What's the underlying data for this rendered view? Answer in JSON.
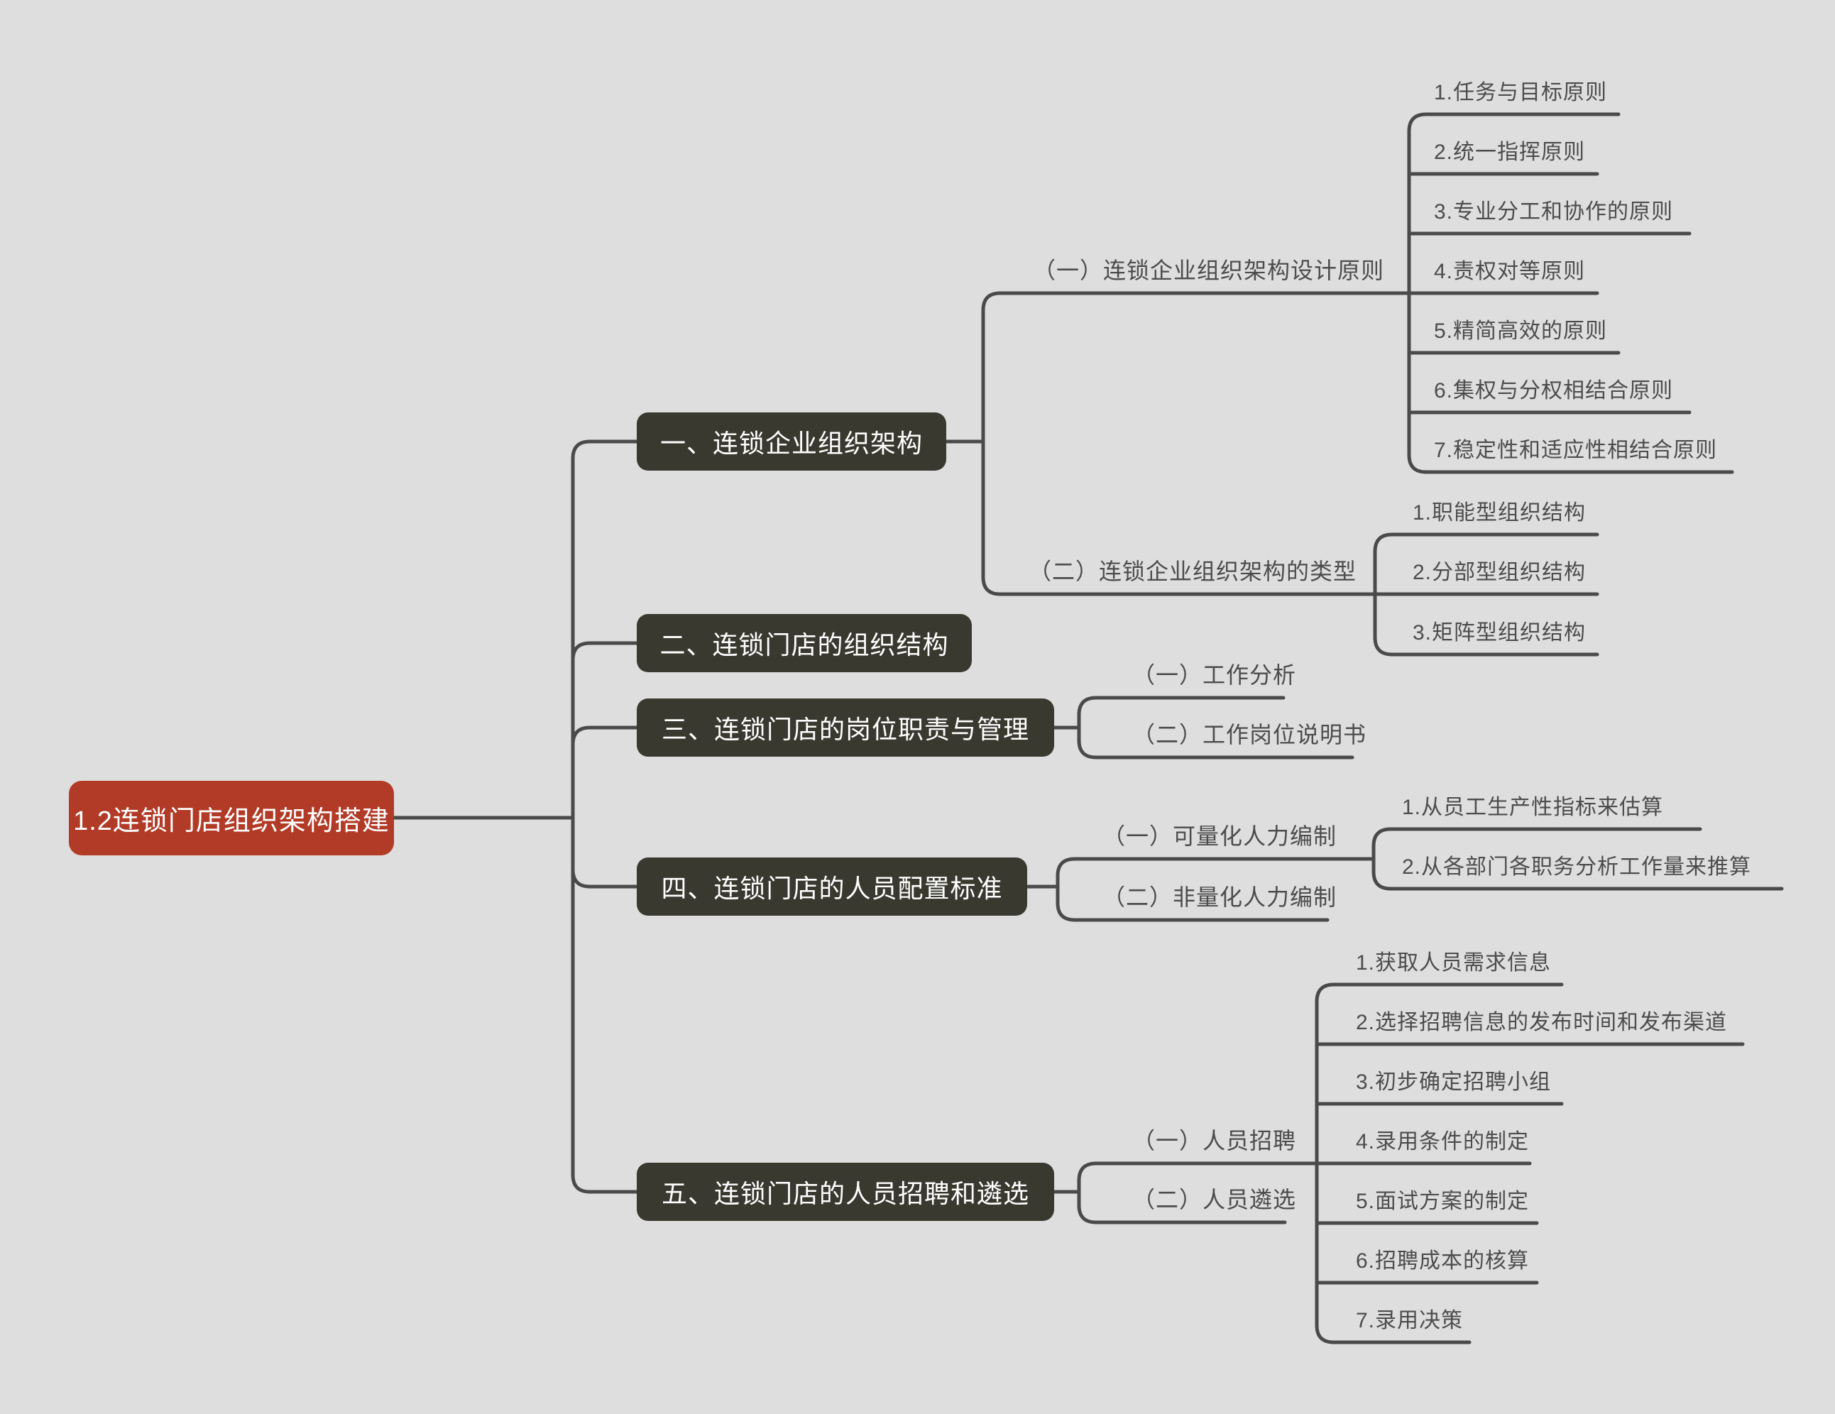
{
  "theme": {
    "bg": "#dedede",
    "box": "#3a392f",
    "accent": "#b23b27",
    "line": "#4a4a4a",
    "text": "#4c4c4c",
    "boxtext": "#ffffff"
  },
  "mindmap": {
    "root": "1.2连锁门店组织架构搭建",
    "branches": [
      {
        "label": "一、连锁企业组织架构",
        "subtopics": [
          {
            "label": "（一）连锁企业组织架构设计原则",
            "items": [
              "1.任务与目标原则",
              "2.统一指挥原则",
              "3.专业分工和协作的原则",
              "4.责权对等原则",
              "5.精简高效的原则",
              "6.集权与分权相结合原则",
              "7.稳定性和适应性相结合原则"
            ]
          },
          {
            "label": "（二）连锁企业组织架构的类型",
            "items": [
              "1.职能型组织结构",
              "2.分部型组织结构",
              "3.矩阵型组织结构"
            ]
          }
        ]
      },
      {
        "label": "二、连锁门店的组织结构",
        "subtopics": []
      },
      {
        "label": "三、连锁门店的岗位职责与管理",
        "subtopics": [
          {
            "label": "（一）工作分析",
            "items": []
          },
          {
            "label": "（二）工作岗位说明书",
            "items": []
          }
        ]
      },
      {
        "label": "四、连锁门店的人员配置标准",
        "subtopics": [
          {
            "label": "（一）可量化人力编制",
            "items": [
              "1.从员工生产性指标来估算",
              "2.从各部门各职务分析工作量来推算"
            ]
          },
          {
            "label": "（二）非量化人力编制",
            "items": []
          }
        ]
      },
      {
        "label": "五、连锁门店的人员招聘和遴选",
        "subtopics": [
          {
            "label": "（一）人员招聘",
            "items": [
              "1.获取人员需求信息",
              "2.选择招聘信息的发布时间和发布渠道",
              "3.初步确定招聘小组",
              "4.录用条件的制定",
              "5.面试方案的制定",
              "6.招聘成本的核算",
              "7.录用决策"
            ]
          },
          {
            "label": "（二）人员遴选",
            "items": []
          }
        ]
      }
    ]
  }
}
